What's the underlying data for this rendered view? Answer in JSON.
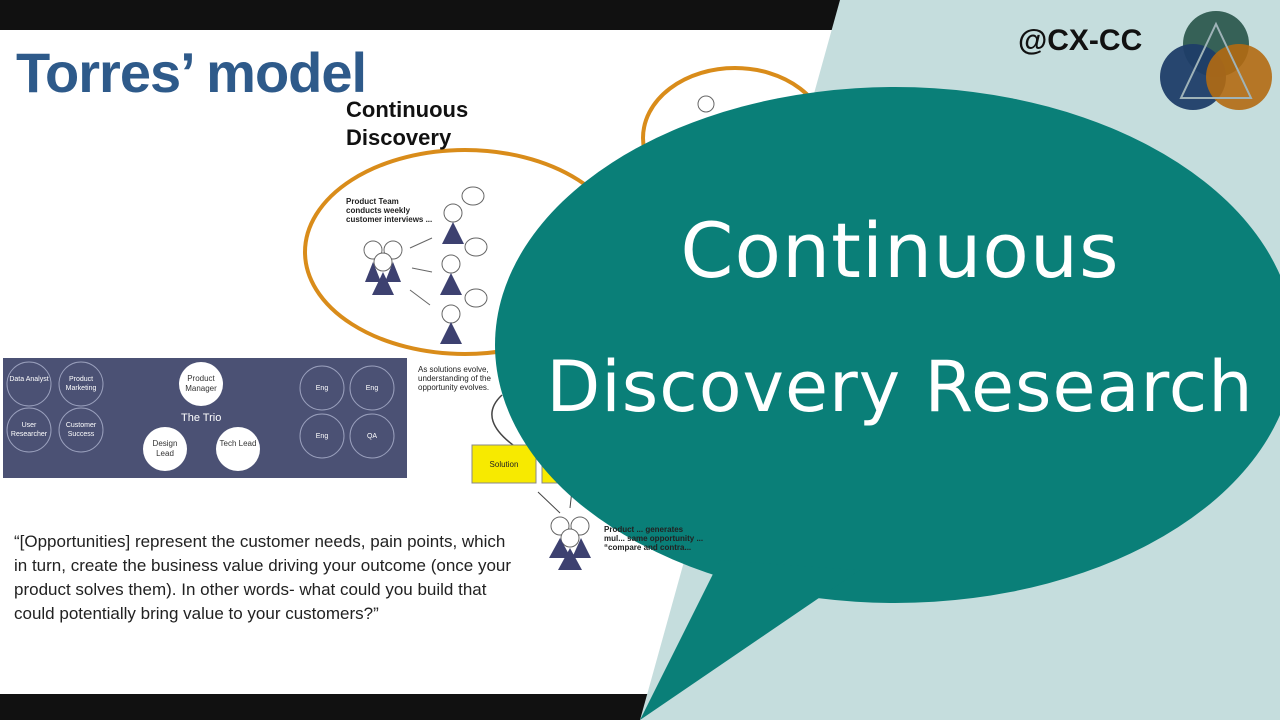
{
  "slide": {
    "title": "Torres’ model",
    "diagram_heading": "Continuous Discovery",
    "team_note": "Product Team conducts weekly customer interviews ...",
    "solutions_note": "As solutions evolve, understanding of the opportunity evolves.",
    "solution_box_label": "Solution",
    "product_note": "Product ... generates mul... same opportunity ... “compare and contra...",
    "team_chart": {
      "left_nodes": [
        "Data Analyst",
        "Product Marketing",
        "User Researcher",
        "Customer Success"
      ],
      "trio_label": "The Trio",
      "trio_nodes": [
        "Product Manager",
        "Design Lead",
        "Tech Lead"
      ],
      "right_nodes": [
        "Eng",
        "Eng",
        "Eng",
        "QA"
      ]
    },
    "quote": "“[Opportunities] represent the customer needs, pain points, which in turn, create the business value driving your outcome (once your product solves them). In other words- what could you build that could potentially bring value to your customers?”"
  },
  "brand": {
    "handle": "@CX-CC"
  },
  "bubble": {
    "line1": "Continuous",
    "line2": "Discovery Research"
  },
  "colors": {
    "teal": "#0a7f78",
    "light_teal_bg": "#c5dddd",
    "title_blue": "#2e5a8a",
    "orange_ring": "#d98c1a",
    "navy_panel": "#4b5174",
    "solution_yellow": "#f7ea00"
  }
}
